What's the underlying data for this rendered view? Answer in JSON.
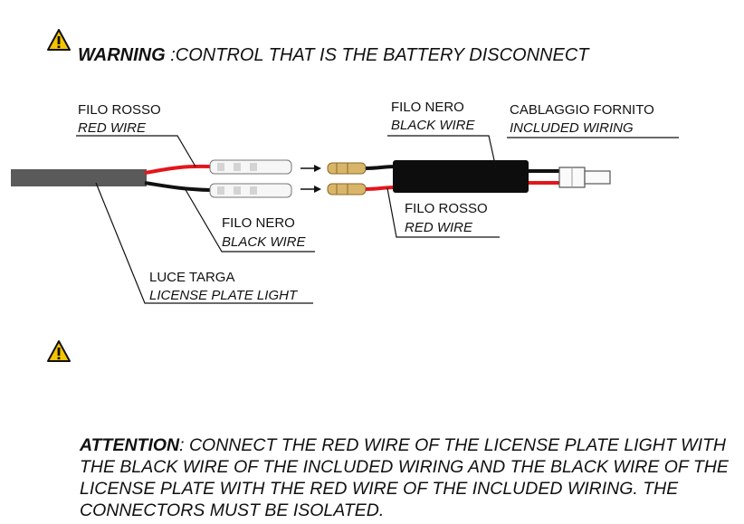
{
  "warning": {
    "label": "WARNING",
    "text": " :CONTROL THAT IS THE BATTERY DISCONNECT"
  },
  "labels": {
    "filo_rosso_left": "FILO ROSSO",
    "red_wire_left": "RED WIRE",
    "filo_nero_top": "FILO NERO",
    "black_wire_top": "BLACK WIRE",
    "cablaggio": "CABLAGGIO FORNITO",
    "included_wiring": "INCLUDED WIRING",
    "filo_rosso_right": "FILO ROSSO",
    "red_wire_right": "RED WIRE",
    "filo_nero_bottom": "FILO NERO",
    "black_wire_bottom": "BLACK WIRE",
    "luce_targa": "LUCE TARGA",
    "license_plate_light": "LICENSE PLATE LIGHT"
  },
  "attention": {
    "label": "ATTENTION",
    "text": ": CONNECT THE RED WIRE OF THE LICENSE PLATE LIGHT WITH THE BLACK WIRE OF THE INCLUDED WIRING AND THE BLACK WIRE OF THE LICENSE PLATE WITH THE RED WIRE OF THE INCLUDED WIRING. THE CONNECTORS MUST BE ISOLATED."
  },
  "icons": [
    "warning-triangle-icon",
    "warning-triangle-icon"
  ],
  "colors": {
    "red_wire": "#e3161b",
    "black_wire": "#111111",
    "cable_gray": "#5a5a5a",
    "warning_yellow": "#f5c400"
  }
}
